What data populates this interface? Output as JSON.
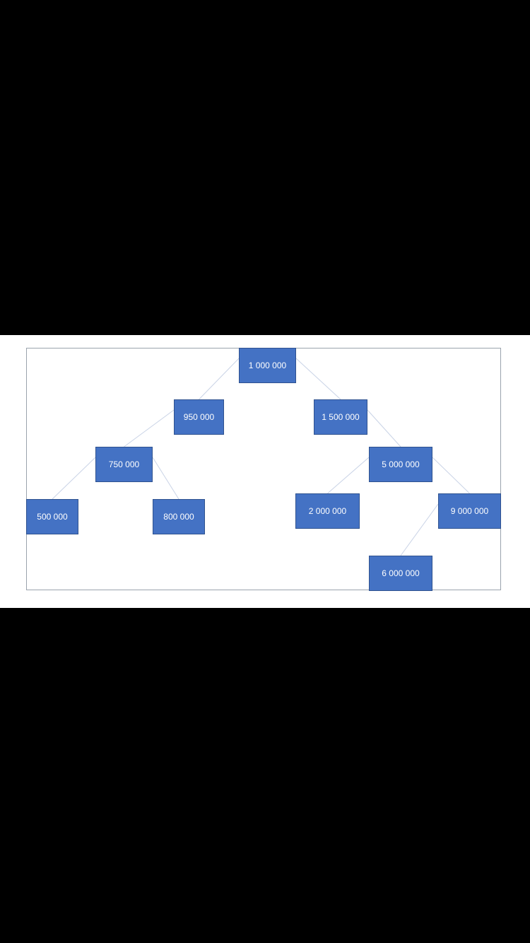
{
  "diagram": {
    "type": "tree",
    "colors": {
      "node_fill": "#4472c4",
      "node_border": "#2f528f",
      "node_text": "#ffffff",
      "edge": "#c9d3e6"
    },
    "nodes": [
      {
        "id": "n1000000",
        "label": "1 000 000"
      },
      {
        "id": "n950000",
        "label": "950 000"
      },
      {
        "id": "n1500000",
        "label": "1 500 000"
      },
      {
        "id": "n750000",
        "label": "750 000"
      },
      {
        "id": "n5000000",
        "label": "5 000 000"
      },
      {
        "id": "n500000",
        "label": "500 000"
      },
      {
        "id": "n800000",
        "label": "800 000"
      },
      {
        "id": "n2000000",
        "label": "2 000 000"
      },
      {
        "id": "n9000000",
        "label": "9 000 000"
      },
      {
        "id": "n6000000",
        "label": "6 000 000"
      }
    ],
    "edges": [
      {
        "from": "n1000000",
        "to": "n950000"
      },
      {
        "from": "n1000000",
        "to": "n1500000"
      },
      {
        "from": "n950000",
        "to": "n750000"
      },
      {
        "from": "n750000",
        "to": "n500000"
      },
      {
        "from": "n750000",
        "to": "n800000"
      },
      {
        "from": "n1500000",
        "to": "n5000000"
      },
      {
        "from": "n5000000",
        "to": "n2000000"
      },
      {
        "from": "n5000000",
        "to": "n9000000"
      },
      {
        "from": "n9000000",
        "to": "n6000000"
      }
    ]
  }
}
